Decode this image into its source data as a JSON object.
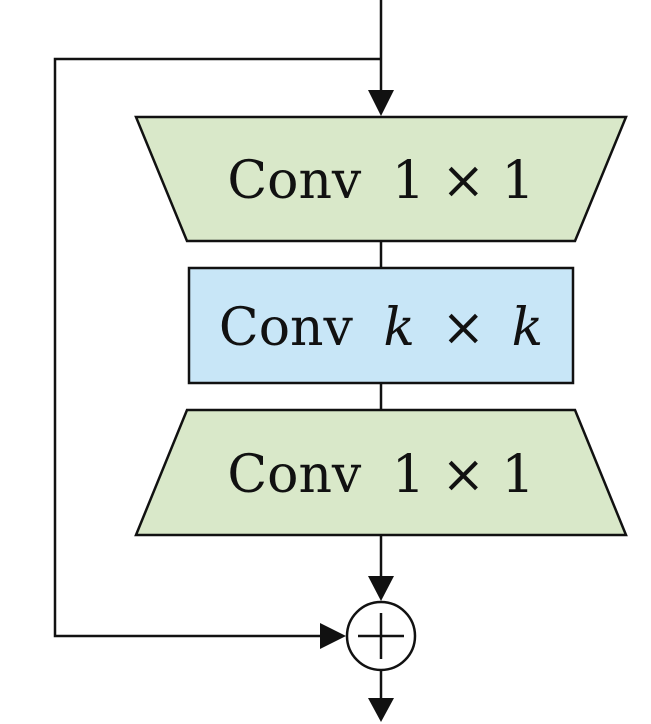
{
  "diagram": {
    "blocks": [
      {
        "id": "conv-reduce",
        "label_prefix": "Conv",
        "label_math": "1 × 1",
        "color": "#d9e8c9",
        "shape": "inverted-trapezoid"
      },
      {
        "id": "conv-spatial",
        "label_prefix": "Conv",
        "label_var": "k",
        "label_times": "×",
        "color": "#c8e6f7",
        "shape": "rectangle"
      },
      {
        "id": "conv-expand",
        "label_prefix": "Conv",
        "label_math": "1 × 1",
        "color": "#d9e8c9",
        "shape": "trapezoid"
      }
    ],
    "sum_node": {
      "symbol": "+",
      "kind": "element-wise-addition"
    },
    "skip_connection": true,
    "stroke_color": "#111111"
  }
}
